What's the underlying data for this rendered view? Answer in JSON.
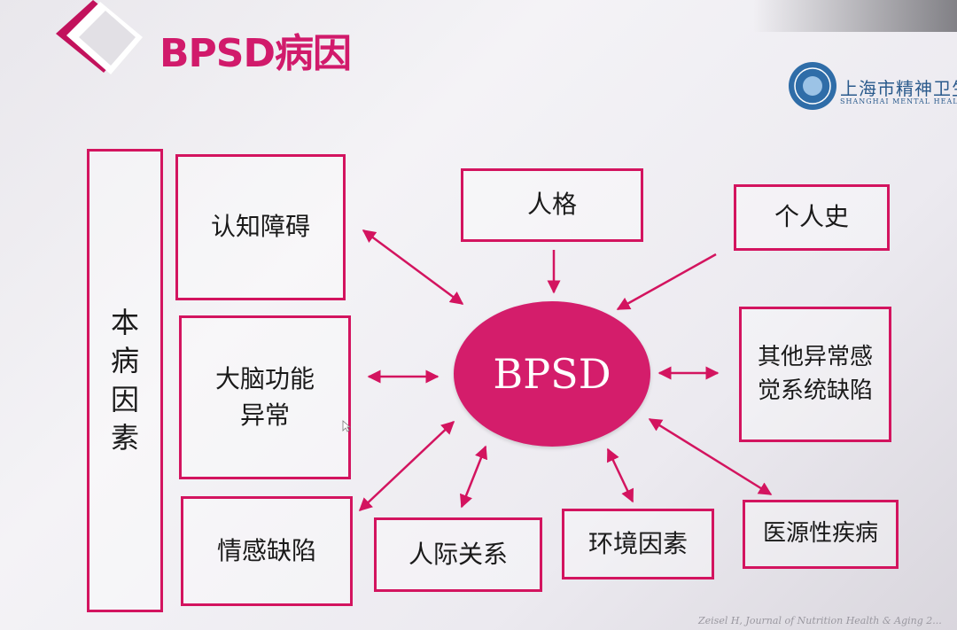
{
  "header": {
    "title": "BPSD病因",
    "institution_name": "上海市精神卫生中",
    "institution_sub": "SHANGHAI MENTAL HEALTH C"
  },
  "diagram": {
    "center": "BPSD",
    "left_column": "本病因素",
    "nodes": {
      "cognitive": [
        "认知障碍"
      ],
      "brain": [
        "大脑功能",
        "异常"
      ],
      "emotion": [
        "情感缺陷"
      ],
      "interpersonal": [
        "人际关系"
      ],
      "environment": [
        "环境因素"
      ],
      "iatrogenic": [
        "医源性疾病"
      ],
      "personality": [
        "人格"
      ],
      "history": [
        "个人史"
      ],
      "sensory": [
        "其他异常感",
        "觉系统缺陷"
      ]
    }
  },
  "footer": {
    "citation": "Zeisel H, Journal of Nutrition Health & Aging 2..."
  },
  "colors": {
    "accent": "#d3145f",
    "center_fill": "#d41d6b",
    "institution": "#2a5a8c"
  }
}
